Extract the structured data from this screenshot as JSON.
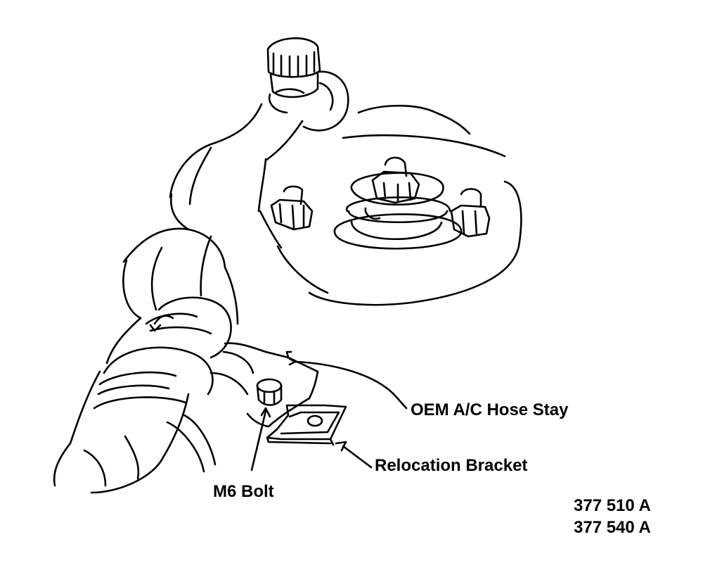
{
  "callouts": {
    "hose_stay": "OEM A/C Hose Stay",
    "relocation_bracket": "Relocation Bracket",
    "bolt": "M6 Bolt"
  },
  "part_numbers": [
    "377 510 A",
    "377 540 A"
  ],
  "colors": {
    "ink": "#000000",
    "paper": "#ffffff"
  }
}
